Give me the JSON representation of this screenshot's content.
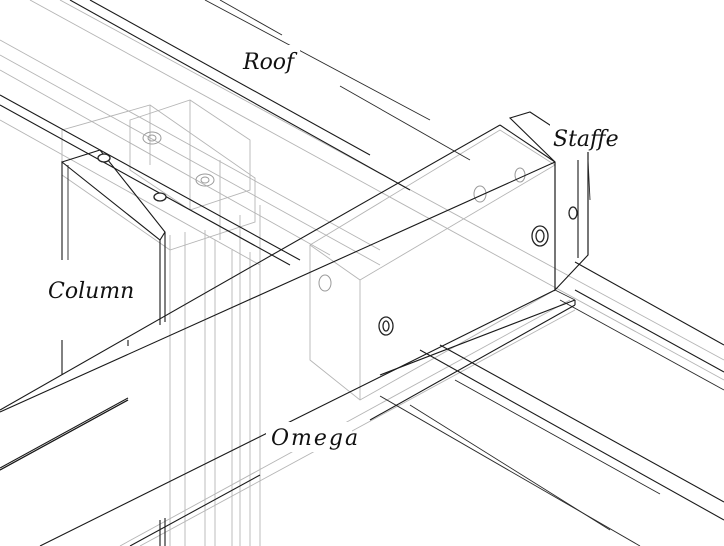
{
  "labels": {
    "roof": "Roof",
    "staffe": "Staffe",
    "column": "Column",
    "omega": "Omega"
  }
}
